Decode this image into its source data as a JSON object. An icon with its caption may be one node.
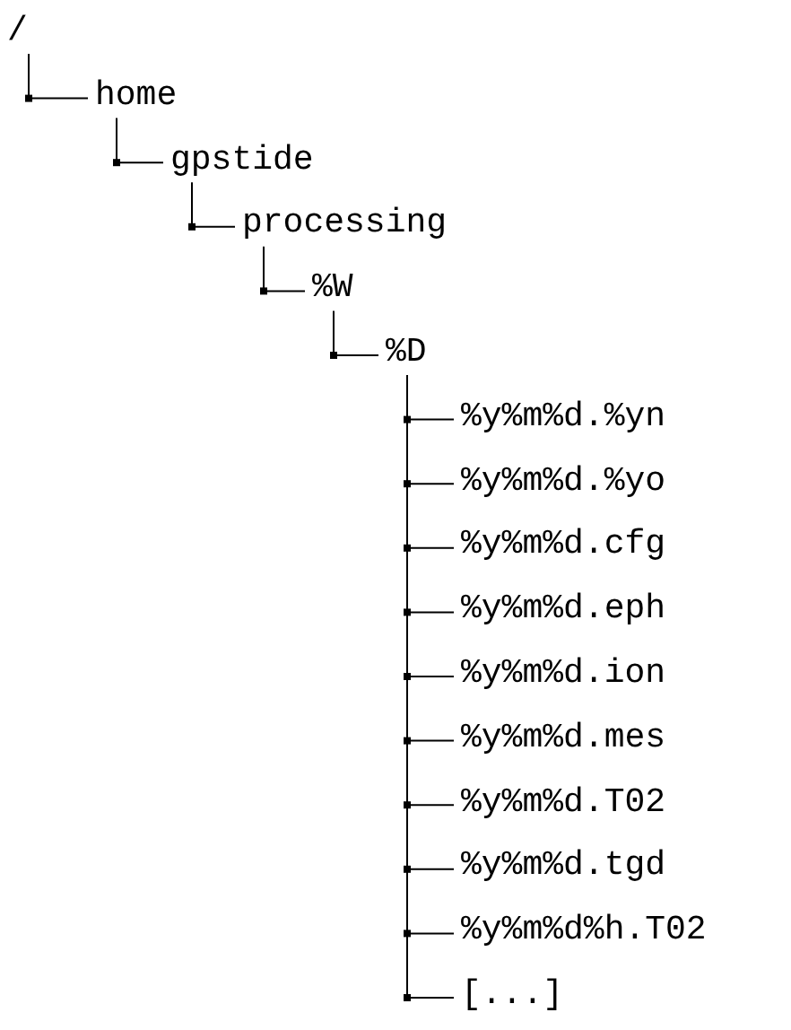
{
  "diagram": {
    "nodes": [
      {
        "text": [
          "/"
        ]
      },
      {
        "text": [
          "home"
        ]
      },
      {
        "text": [
          "gpstide"
        ]
      },
      {
        "text": [
          "processing"
        ]
      },
      {
        "text": [
          "%W"
        ]
      },
      {
        "text": [
          "%D"
        ]
      },
      {
        "text": [
          "%y%m%d.%yn"
        ]
      },
      {
        "text": [
          "%y%m%d.%yo"
        ]
      },
      {
        "text": [
          "%y%m%d.cfg"
        ]
      },
      {
        "text": [
          "%y%m%d.eph"
        ]
      },
      {
        "text": [
          "%y%m%d.ion"
        ]
      },
      {
        "text": [
          "%y%m%d.mes"
        ]
      },
      {
        "text": [
          "%y%m%d.T02"
        ]
      },
      {
        "text": [
          "%y%m%d.tgd"
        ]
      },
      {
        "text": [
          "%y%m%d%h.T02"
        ]
      },
      {
        "text": [
          "[...]"
        ]
      }
    ],
    "edges": [
      {
        "from": 0,
        "to": 1,
        "arrow": "none"
      },
      {
        "from": 1,
        "to": 2,
        "arrow": "none"
      },
      {
        "from": 2,
        "to": 3,
        "arrow": "none"
      },
      {
        "from": 3,
        "to": 4,
        "arrow": "none"
      },
      {
        "from": 4,
        "to": 5,
        "arrow": "none"
      },
      {
        "from": 5,
        "to": 6,
        "arrow": "none"
      },
      {
        "from": 5,
        "to": 7,
        "arrow": "none"
      },
      {
        "from": 5,
        "to": 8,
        "arrow": "none"
      },
      {
        "from": 5,
        "to": 9,
        "arrow": "none"
      },
      {
        "from": 5,
        "to": 10,
        "arrow": "none"
      },
      {
        "from": 5,
        "to": 11,
        "arrow": "none"
      },
      {
        "from": 5,
        "to": 12,
        "arrow": "none"
      },
      {
        "from": 5,
        "to": 13,
        "arrow": "none"
      },
      {
        "from": 5,
        "to": 14,
        "arrow": "none"
      },
      {
        "from": 5,
        "to": 15,
        "arrow": "none"
      }
    ]
  }
}
